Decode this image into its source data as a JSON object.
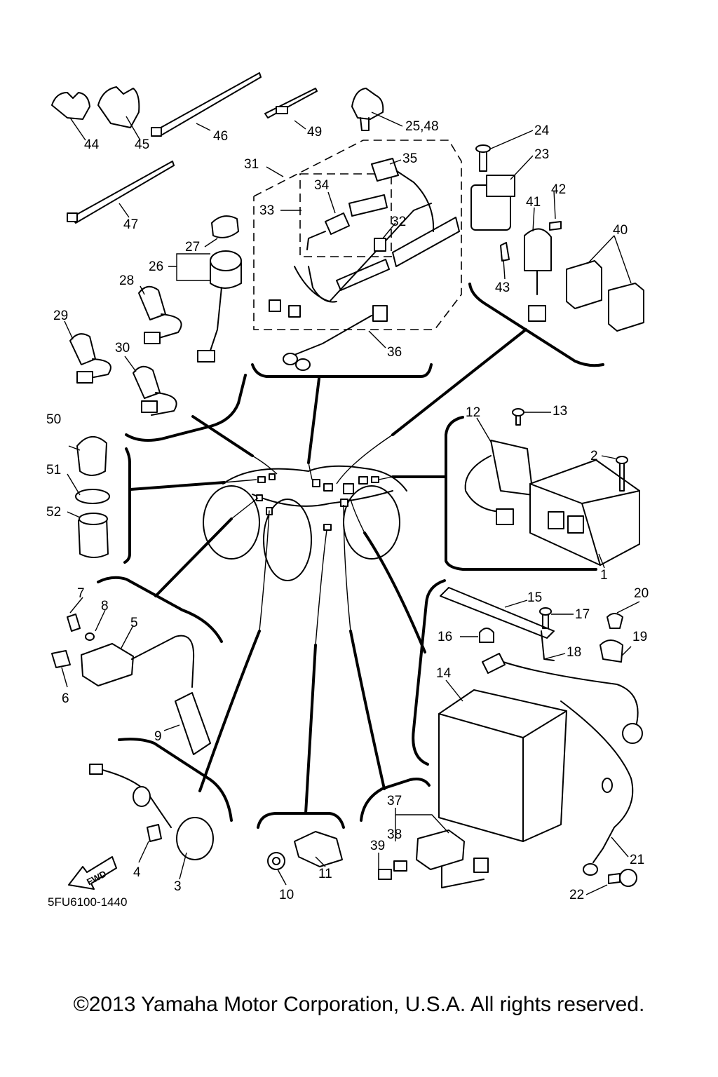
{
  "diagram": {
    "part_labels": [
      "1",
      "2",
      "3",
      "4",
      "5",
      "6",
      "7",
      "8",
      "9",
      "10",
      "11",
      "12",
      "13",
      "14",
      "15",
      "16",
      "17",
      "18",
      "19",
      "20",
      "21",
      "22",
      "23",
      "24",
      "25,48",
      "26",
      "27",
      "28",
      "29",
      "30",
      "31",
      "32",
      "33",
      "34",
      "35",
      "36",
      "37",
      "38",
      "39",
      "40",
      "41",
      "42",
      "43",
      "44",
      "45",
      "46",
      "47",
      "49",
      "50",
      "51",
      "52"
    ],
    "fwd_label": "FWD",
    "diagram_code": "5FU6100-1440"
  },
  "footer": {
    "copyright": "©2013 Yamaha Motor Corporation, U.S.A. All rights reserved."
  }
}
